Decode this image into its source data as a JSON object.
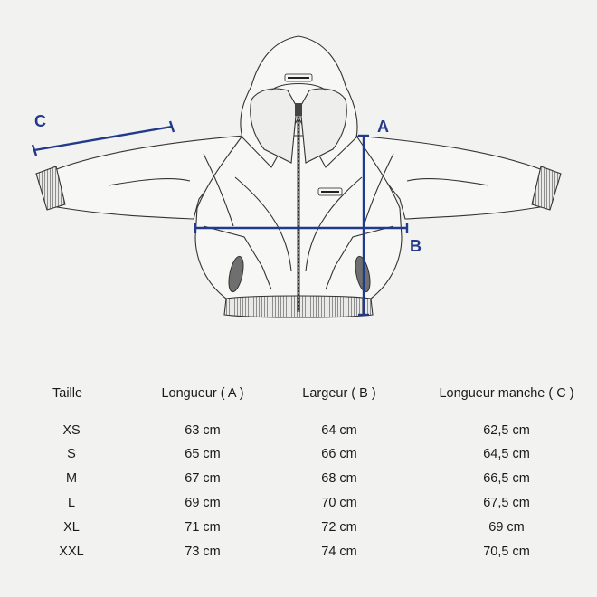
{
  "diagram": {
    "labels": {
      "a": "A",
      "b": "B",
      "c": "C"
    },
    "colors": {
      "measure": "#233a8b",
      "outline": "#333333",
      "fill": "#f7f7f5",
      "pocket": "#6f6f6f"
    },
    "icons": [
      "hoodie-sketch",
      "zipper",
      "brand-logo"
    ]
  },
  "table": {
    "headers": [
      "Taille",
      "Longueur ( A )",
      "Largeur ( B )",
      "Longueur manche ( C )"
    ],
    "rows": [
      [
        "XS",
        "63 cm",
        "64 cm",
        "62,5 cm"
      ],
      [
        "S",
        "65 cm",
        "66 cm",
        "64,5 cm"
      ],
      [
        "M",
        "67 cm",
        "68 cm",
        "66,5 cm"
      ],
      [
        "L",
        "69 cm",
        "70 cm",
        "67,5 cm"
      ],
      [
        "XL",
        "71 cm",
        "72 cm",
        "69 cm"
      ],
      [
        "XXL",
        "73 cm",
        "74 cm",
        "70,5 cm"
      ]
    ]
  }
}
